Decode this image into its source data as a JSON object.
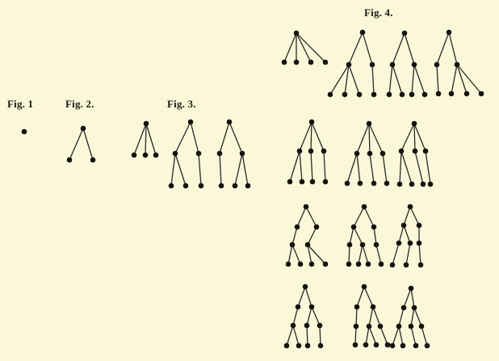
{
  "labels": {
    "fig1": "Fig. 1",
    "fig2": "Fig. 2.",
    "fig3": "Fig. 3.",
    "fig4": "Fig. 4."
  },
  "colors": {
    "paper": "#fbf7d9",
    "ink": "#15130f"
  }
}
